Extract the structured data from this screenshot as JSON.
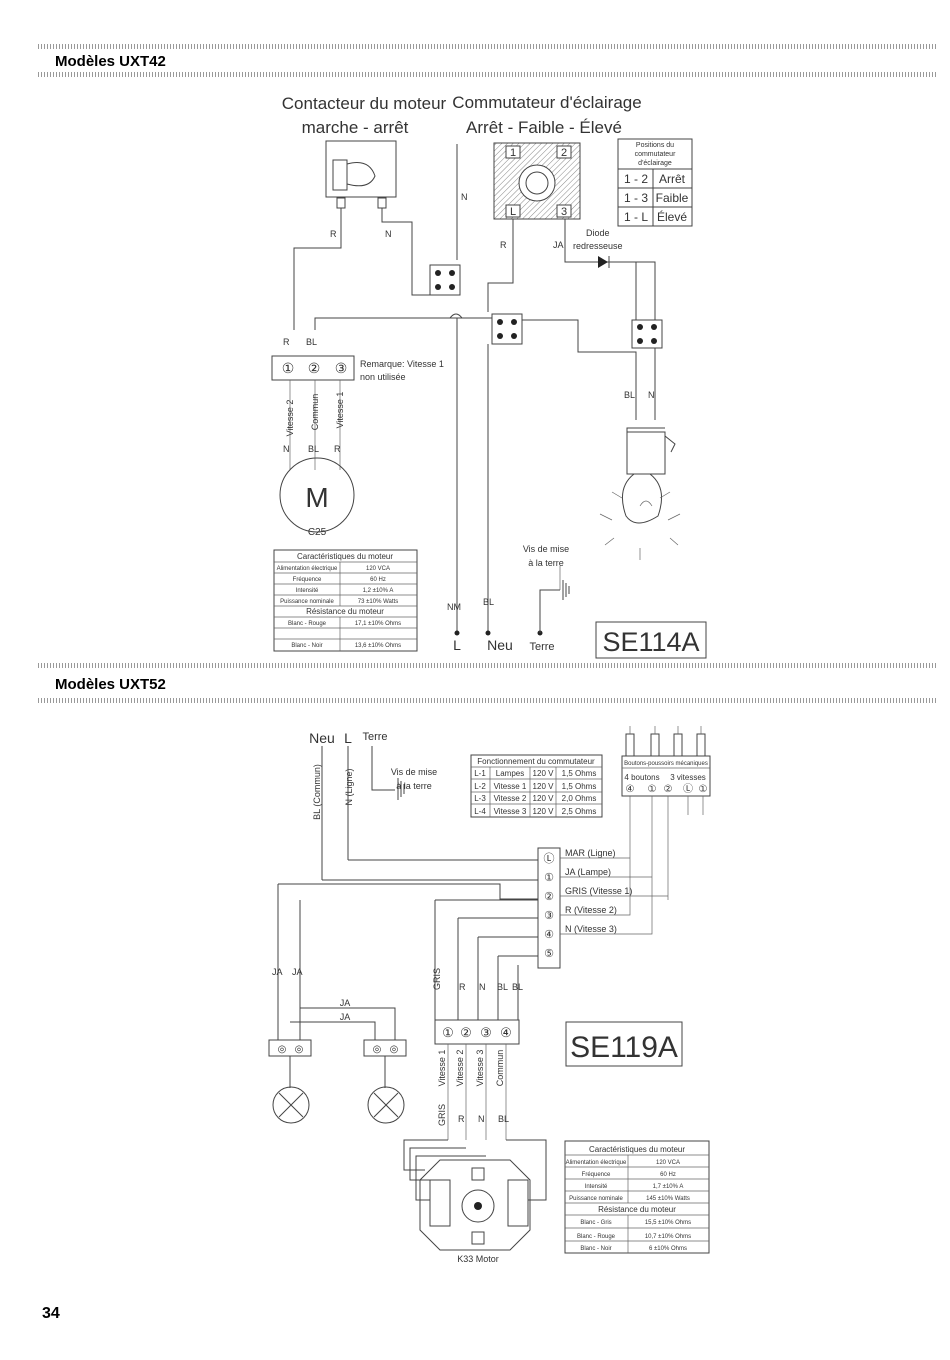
{
  "page_number": "34",
  "uxt42": {
    "title": "Modèles UXT42",
    "motor_switch_label_1": "Contacteur du moteur",
    "motor_switch_label_2": "marche - arrêt",
    "light_switch_label_1": "Commutateur d'éclairage",
    "light_switch_label_2": "Arrêt - Faible - Élevé",
    "positions_header_1": "Positions du",
    "positions_header_2": "commutateur",
    "positions_header_3": "d'éclairage",
    "positions": [
      {
        "pos": "1 - 2",
        "label": "Arrêt"
      },
      {
        "pos": "1 - 3",
        "label": "Faible"
      },
      {
        "pos": "1 - L",
        "label": "Élevé"
      }
    ],
    "switch_terminals": [
      "1",
      "2",
      "L",
      "3"
    ],
    "diode_label_1": "Diode",
    "diode_label_2": "redresseuse",
    "note_1": "Remarque: Vitesse 1",
    "note_2": "non utilisée",
    "terminal_numbers": [
      "①",
      "②",
      "③"
    ],
    "speed_labels": [
      "Vitesse 2",
      "Commun",
      "Vitesse 1"
    ],
    "wire_R": "R",
    "wire_N": "N",
    "wire_BL": "BL",
    "wire_JA": "JA",
    "wire_NM": "NM",
    "motor_letter": "M",
    "motor_model": "C25",
    "ground_label_1": "Vis de mise",
    "ground_label_2": "à la terre",
    "term_L": "L",
    "term_Neu": "Neu",
    "term_Terre": "Terre",
    "model_code": "SE114A",
    "motor_table": {
      "header": "Caractéristiques du moteur",
      "rows": [
        [
          "Alimentation électrique",
          "120 VCA"
        ],
        [
          "Fréquence",
          "60 Hz"
        ],
        [
          "Intensité",
          "1,2 ±10% A"
        ],
        [
          "Puissance nominale",
          "73 ±10% Watts"
        ]
      ],
      "resistance_header": "Résistance du moteur",
      "res_rows": [
        [
          "Blanc - Rouge",
          "17,1 ±10% Ohms"
        ],
        [
          "Blanc - Noir",
          "13,6 ±10% Ohms"
        ]
      ]
    }
  },
  "uxt52": {
    "title": "Modèles UXT52",
    "top_Neu": "Neu",
    "top_L": "L",
    "top_Terre": "Terre",
    "bl_commun": "BL (Commun)",
    "n_ligne": "N (Ligne)",
    "ground_label_1": "Vis de mise",
    "ground_label_2": "à la terre",
    "switch_table": {
      "header": "Fonctionnement du commutateur",
      "rows": [
        [
          "L-1",
          "Lampes",
          "120 V",
          "1,5 Ohms"
        ],
        [
          "L-2",
          "Vitesse 1",
          "120 V",
          "1,5 Ohms"
        ],
        [
          "L-3",
          "Vitesse 2",
          "120 V",
          "2,0 Ohms"
        ],
        [
          "L-4",
          "Vitesse 3",
          "120 V",
          "2,5 Ohms"
        ]
      ]
    },
    "push_header": "Boutons-poussoirs mécaniques",
    "push_4": "4 boutons",
    "push_3": "3 vitesses",
    "push_symbols": [
      "④",
      "①",
      "②",
      "Ⓛ",
      "①"
    ],
    "terminal_labels": [
      "MAR (Ligne)",
      "JA (Lampe)",
      "GRIS (Vitesse 1)",
      "R (Vitesse 2)",
      "N (Vitesse 3)"
    ],
    "terminal_symbols": [
      "Ⓛ",
      "①",
      "②",
      "③",
      "④",
      "⑤"
    ],
    "wire_labels_mid": [
      "GRIS",
      "R",
      "N",
      "BL",
      "BL"
    ],
    "wire_JA": "JA",
    "block_symbols": [
      "①",
      "②",
      "③",
      "④"
    ],
    "block_speed_labels": [
      "Vitesse 1",
      "Vitesse 2",
      "Vitesse 3",
      "Commun"
    ],
    "wire_labels_low": [
      "GRIS",
      "R",
      "N",
      "BL"
    ],
    "model_code": "SE119A",
    "motor_model": "K33 Motor",
    "motor_table": {
      "header": "Caractéristiques du moteur",
      "rows": [
        [
          "Alimentation électrique",
          "120 VCA"
        ],
        [
          "Fréquence",
          "60 Hz"
        ],
        [
          "Intensité",
          "1,7 ±10% A"
        ],
        [
          "Puissance nominale",
          "145 ±10% Watts"
        ]
      ],
      "resistance_header": "Résistance du moteur",
      "res_rows": [
        [
          "Blanc - Gris",
          "15,5 ±10% Ohms"
        ],
        [
          "Blanc - Rouge",
          "10,7 ±10% Ohms"
        ],
        [
          "Blanc - Noir",
          "6 ±10% Ohms"
        ]
      ]
    }
  }
}
